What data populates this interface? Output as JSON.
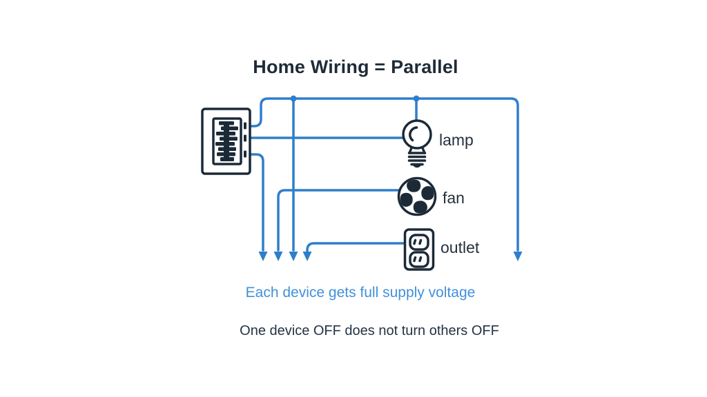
{
  "title": "Home Wiring = Parallel",
  "diagram": {
    "panel": {
      "icon": "breaker-panel-icon"
    },
    "devices": [
      {
        "id": "lamp",
        "label": "lamp",
        "icon": "light-bulb-icon"
      },
      {
        "id": "fan",
        "label": "fan",
        "icon": "fan-icon"
      },
      {
        "id": "outlet",
        "label": "outlet",
        "icon": "outlet-icon"
      }
    ],
    "junction_dots": 2,
    "return_arrows": 5
  },
  "captions": {
    "primary": "Each device gets full supply voltage",
    "secondary": "One device OFF does not turn others OFF"
  },
  "colors": {
    "wire": "#2e7ecb",
    "icon": "#1c2a38",
    "label": "#26313f",
    "heading": "#1f2b38",
    "caption-primary": "#4190d9",
    "caption-secondary": "#243344",
    "background": "#ffffff"
  }
}
